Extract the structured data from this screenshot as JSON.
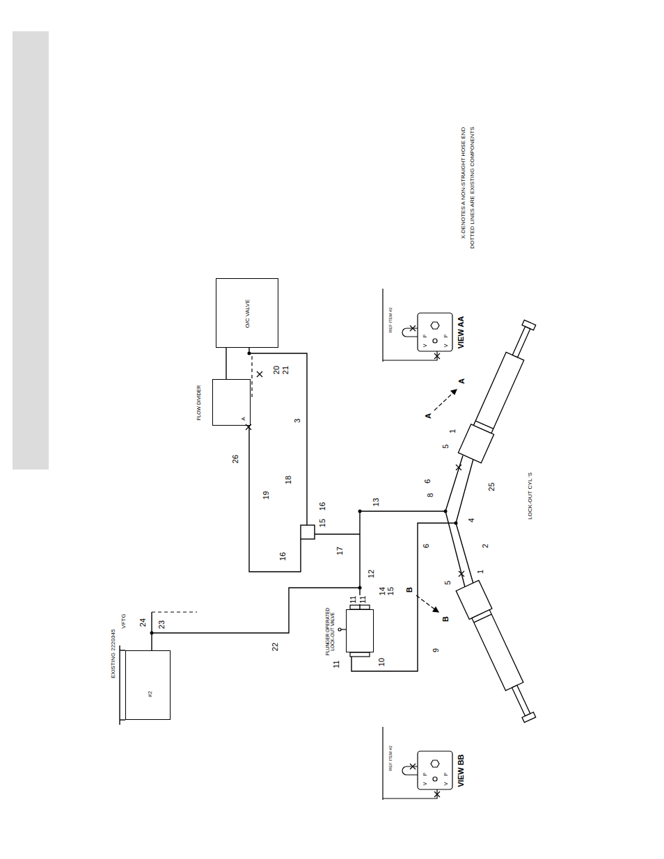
{
  "diagram": {
    "nodes": [
      {
        "text": [
          "O/C VALVE"
        ]
      },
      {
        "text": [
          "FLOW DIVIDER",
          "A"
        ]
      },
      {
        "text": [
          "#2"
        ]
      },
      {
        "text": [
          "PLUNGER OPERATED LOCK-OUT VALVE"
        ]
      }
    ],
    "edges": [
      {
        "from": 1,
        "to": 0,
        "arrow": "none"
      },
      {
        "from": 2,
        "to": 3,
        "arrow": "none"
      }
    ],
    "labels": [
      "X-DENOTES A NON-STRAIGHT HOSE END",
      "DOTTED LINES ARE EXISTING COMPONENTS",
      "EXISTING 2220345",
      "VFTG",
      "LOCK-OUT CYL 'S",
      "VIEW AA",
      "REF ITEM #2",
      "V",
      "P",
      "V",
      "P",
      "VIEW BB",
      "REF ITEM #2",
      "V",
      "P",
      "V",
      "P",
      "A",
      "A",
      "B",
      "B",
      "26",
      "3",
      "20",
      "21",
      "18",
      "19",
      "16",
      "15",
      "16",
      "17",
      "13",
      "14",
      "15",
      "12",
      "11",
      "11",
      "11",
      "10",
      "9",
      "22",
      "23",
      "24",
      "8",
      "4",
      "6",
      "6",
      "2",
      "25",
      "5",
      "1",
      "5",
      "1"
    ]
  }
}
